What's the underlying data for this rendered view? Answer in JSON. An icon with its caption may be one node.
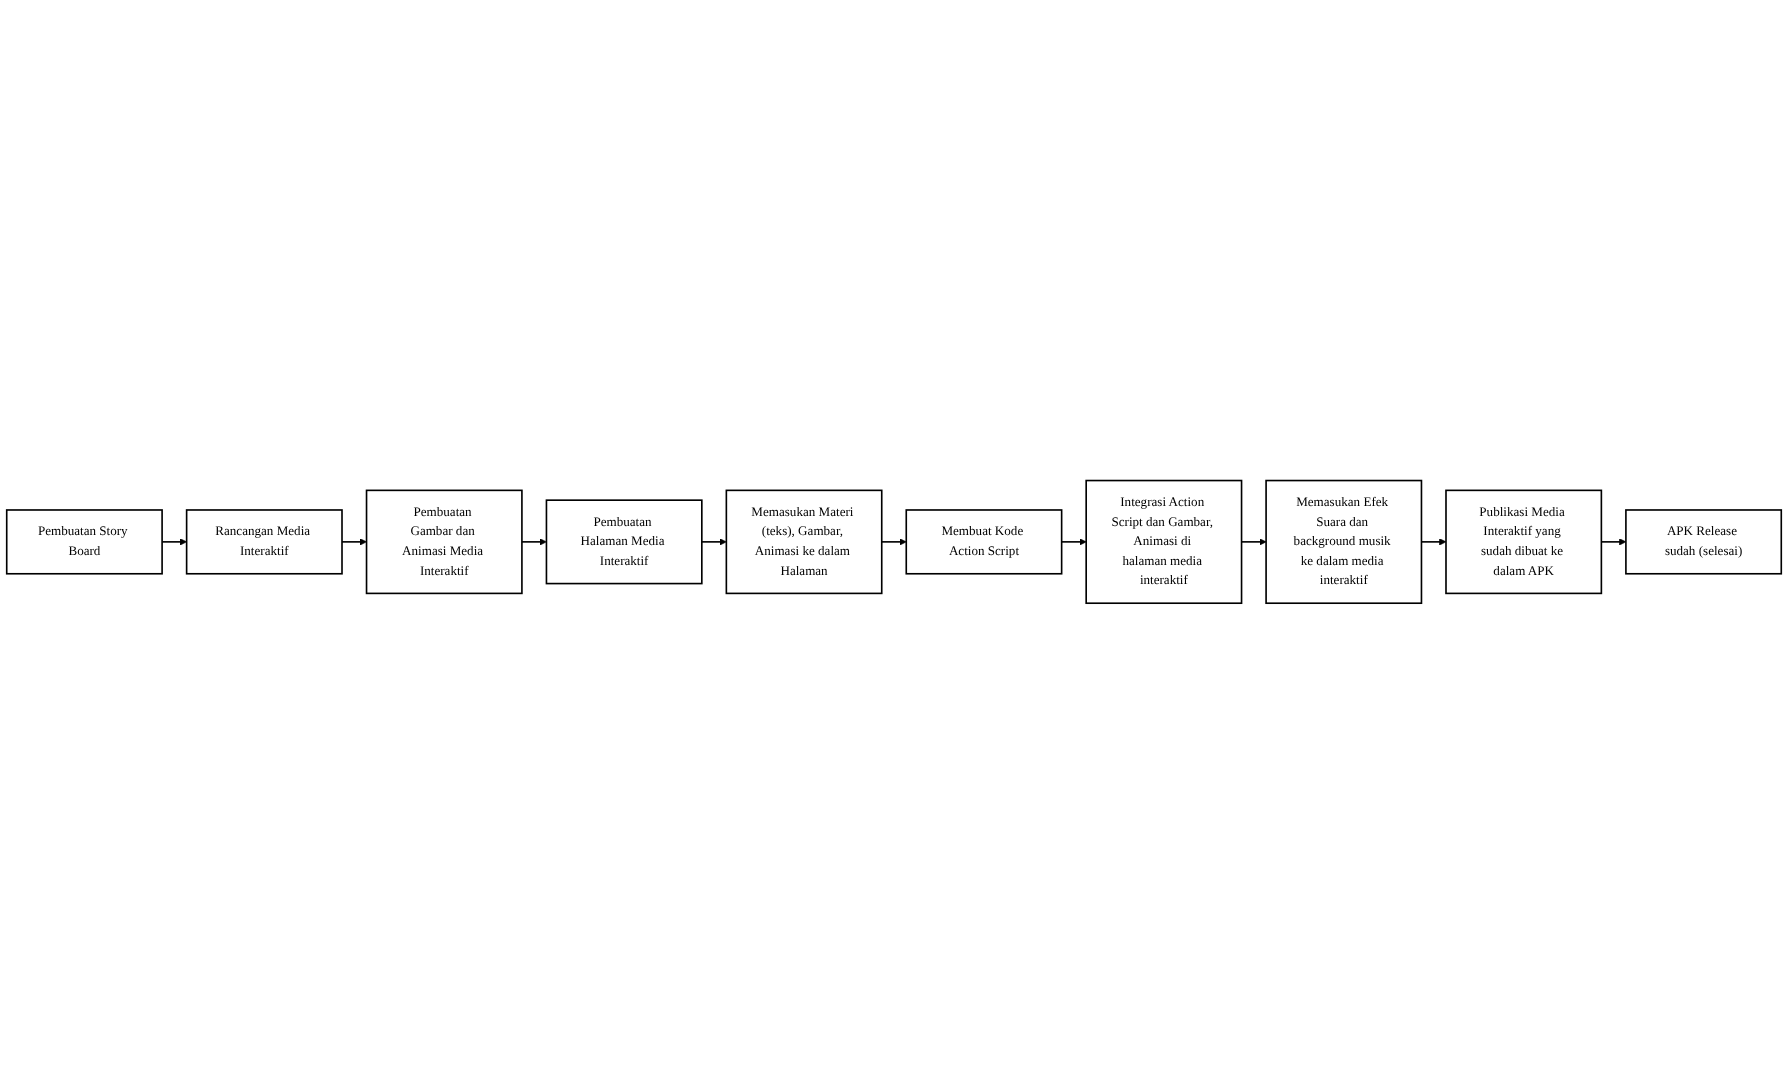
{
  "diagram": {
    "nodes": [
      {
        "text": [
          "Pembuatan Story Board"
        ]
      },
      {
        "text": [
          "Rancangan Media Interaktif"
        ]
      },
      {
        "text": [
          "Pembuatan Gambar dan Animasi Media Interaktif"
        ]
      },
      {
        "text": [
          "Pembuatan Halaman Media Interaktif"
        ]
      },
      {
        "text": [
          "Memasukan Materi (teks), Gambar, Animasi ke dalam Halaman"
        ]
      },
      {
        "text": [
          "Membuat Kode Action Script"
        ]
      },
      {
        "text": [
          "Integrasi Action Script dan Gambar, Animasi di halaman media interaktif"
        ]
      },
      {
        "text": [
          "Memasukan Efek Suara dan background musik ke dalam media interaktif"
        ]
      },
      {
        "text": [
          "Publikasi Media Interaktif yang sudah dibuat ke dalam APK"
        ]
      },
      {
        "text": [
          "APK Release sudah (selesai)"
        ]
      }
    ],
    "edges": [
      {
        "from": 0,
        "to": 1,
        "arrow": "to"
      },
      {
        "from": 1,
        "to": 2,
        "arrow": "to"
      },
      {
        "from": 2,
        "to": 3,
        "arrow": "to"
      },
      {
        "from": 3,
        "to": 4,
        "arrow": "to"
      },
      {
        "from": 4,
        "to": 5,
        "arrow": "to"
      },
      {
        "from": 5,
        "to": 6,
        "arrow": "to"
      },
      {
        "from": 6,
        "to": 7,
        "arrow": "to"
      },
      {
        "from": 7,
        "to": 8,
        "arrow": "to"
      },
      {
        "from": 8,
        "to": 9,
        "arrow": "to"
      }
    ]
  }
}
